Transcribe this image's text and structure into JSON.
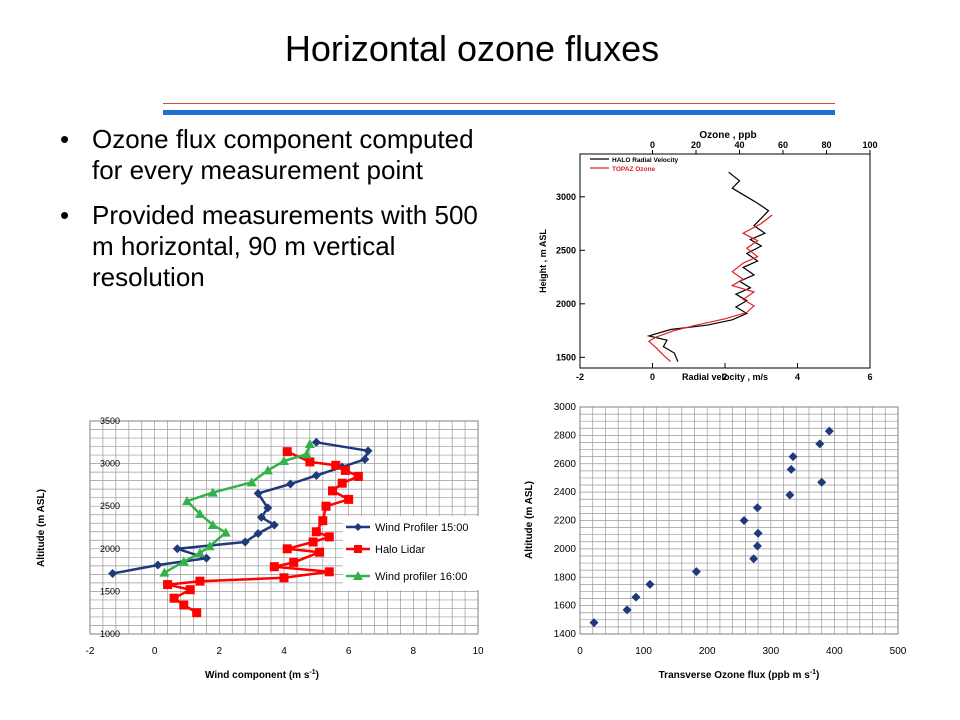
{
  "slide": {
    "title": "Horizontal ozone fluxes",
    "bullets": [
      "Ozone flux component computed for every measurement point",
      "Provided measurements with 500 m horizontal, 90 m vertical resolution"
    ]
  },
  "chart_data": [
    {
      "id": "profile",
      "type": "line",
      "top_axis_label": "Ozone , ppb",
      "xlabel": "Radial velocity , m/s",
      "ylabel": "Height , m ASL",
      "xlim": [
        -2,
        6
      ],
      "ylim": [
        1400,
        3400
      ],
      "x_ticks": [
        -2,
        0,
        2,
        4,
        6
      ],
      "y_ticks": [
        1500,
        2000,
        2500,
        3000
      ],
      "top_ticks": [
        0,
        20,
        40,
        60,
        80,
        100
      ],
      "colors": {
        "halo": "#000000",
        "topaz": "#e02020"
      },
      "series": [
        {
          "name": "HALO Radial Velocity",
          "color": "#000000",
          "points": [
            [
              2.1,
              3230
            ],
            [
              2.4,
              3150
            ],
            [
              2.2,
              3080
            ],
            [
              2.6,
              3000
            ],
            [
              2.9,
              2940
            ],
            [
              3.2,
              2870
            ],
            [
              3.0,
              2800
            ],
            [
              2.8,
              2730
            ],
            [
              3.1,
              2660
            ],
            [
              2.7,
              2600
            ],
            [
              3.0,
              2540
            ],
            [
              2.6,
              2470
            ],
            [
              2.9,
              2400
            ],
            [
              2.5,
              2340
            ],
            [
              2.8,
              2270
            ],
            [
              2.4,
              2210
            ],
            [
              2.7,
              2150
            ],
            [
              2.3,
              2090
            ],
            [
              2.6,
              2030
            ],
            [
              2.3,
              1970
            ],
            [
              2.6,
              1910
            ],
            [
              2.2,
              1850
            ],
            [
              1.5,
              1800
            ],
            [
              0.5,
              1760
            ],
            [
              -0.1,
              1700
            ],
            [
              0.4,
              1660
            ],
            [
              0.3,
              1600
            ],
            [
              0.6,
              1540
            ],
            [
              0.7,
              1460
            ]
          ]
        },
        {
          "name": "TOPAZ Ozone",
          "color": "#e02020",
          "points": [
            [
              3.3,
              2830
            ],
            [
              3.0,
              2750
            ],
            [
              2.5,
              2660
            ],
            [
              2.9,
              2590
            ],
            [
              2.6,
              2520
            ],
            [
              2.9,
              2440
            ],
            [
              2.5,
              2380
            ],
            [
              2.2,
              2300
            ],
            [
              2.5,
              2230
            ],
            [
              2.2,
              2170
            ],
            [
              2.8,
              2110
            ],
            [
              2.5,
              2040
            ],
            [
              2.8,
              1980
            ],
            [
              2.6,
              1920
            ],
            [
              2.0,
              1860
            ],
            [
              1.2,
              1800
            ],
            [
              0.6,
              1750
            ],
            [
              0.1,
              1690
            ],
            [
              -0.1,
              1650
            ],
            [
              0.1,
              1590
            ],
            [
              0.3,
              1520
            ],
            [
              0.5,
              1460
            ]
          ]
        }
      ]
    },
    {
      "id": "wind",
      "type": "line",
      "xlabel": "Wind component (m s",
      "xlabel_sup": "-1",
      "xlabel_end": ")",
      "ylabel": "Altitude (m ASL)",
      "xlim": [
        -2,
        10
      ],
      "ylim": [
        1000,
        3500
      ],
      "x_ticks": [
        -2,
        0,
        2,
        4,
        6,
        8,
        10
      ],
      "y_ticks": [
        1000,
        1500,
        2000,
        2500,
        3000,
        3500
      ],
      "legend_position": "right",
      "colors": {
        "blue": "#1f3a7a",
        "red": "#ff0000",
        "green": "#33b14a"
      },
      "series": [
        {
          "name": "Wind Profiler 15:00",
          "color": "#1f3a7a",
          "marker": "diamond",
          "points": [
            [
              5.0,
              3250
            ],
            [
              6.6,
              3150
            ],
            [
              6.5,
              3050
            ],
            [
              5.8,
              2960
            ],
            [
              5.0,
              2860
            ],
            [
              4.2,
              2760
            ],
            [
              3.2,
              2650
            ],
            [
              3.5,
              2480
            ],
            [
              3.3,
              2370
            ],
            [
              3.7,
              2280
            ],
            [
              3.2,
              2180
            ],
            [
              2.8,
              2080
            ],
            [
              0.7,
              2000
            ],
            [
              1.6,
              1890
            ],
            [
              0.1,
              1810
            ],
            [
              -1.3,
              1710
            ]
          ]
        },
        {
          "name": "Halo Lidar",
          "color": "#ff0000",
          "marker": "square",
          "points": [
            [
              4.1,
              3140
            ],
            [
              4.8,
              3020
            ],
            [
              5.6,
              2980
            ],
            [
              5.9,
              2920
            ],
            [
              6.3,
              2850
            ],
            [
              5.8,
              2770
            ],
            [
              5.5,
              2680
            ],
            [
              6.0,
              2580
            ],
            [
              5.3,
              2500
            ],
            [
              5.2,
              2330
            ],
            [
              5.0,
              2200
            ],
            [
              5.4,
              2140
            ],
            [
              4.9,
              2080
            ],
            [
              4.1,
              2000
            ],
            [
              5.1,
              1960
            ],
            [
              4.3,
              1840
            ],
            [
              3.7,
              1790
            ],
            [
              5.4,
              1730
            ],
            [
              4.0,
              1660
            ],
            [
              1.4,
              1620
            ],
            [
              0.4,
              1580
            ],
            [
              1.1,
              1520
            ],
            [
              0.6,
              1420
            ],
            [
              0.9,
              1340
            ],
            [
              1.3,
              1250
            ]
          ]
        },
        {
          "name": "Wind profiler 16:00",
          "color": "#33b14a",
          "marker": "triangle",
          "points": [
            [
              4.8,
              3230
            ],
            [
              4.7,
              3110
            ],
            [
              4.0,
              3030
            ],
            [
              3.5,
              2920
            ],
            [
              3.0,
              2780
            ],
            [
              1.8,
              2660
            ],
            [
              1.0,
              2560
            ],
            [
              1.4,
              2410
            ],
            [
              1.8,
              2280
            ],
            [
              2.2,
              2190
            ],
            [
              1.7,
              2030
            ],
            [
              1.4,
              1950
            ],
            [
              0.9,
              1850
            ],
            [
              0.3,
              1720
            ]
          ]
        }
      ]
    },
    {
      "id": "flux",
      "type": "scatter",
      "xlabel": "Transverse Ozone flux (ppb m s",
      "xlabel_sup": "-1",
      "xlabel_end": ")",
      "ylabel": "Altitude (m ASL)",
      "xlim": [
        0,
        500
      ],
      "ylim": [
        1400,
        3000
      ],
      "x_ticks": [
        0,
        100,
        200,
        300,
        400,
        500
      ],
      "y_ticks": [
        1400,
        1600,
        1800,
        2000,
        2200,
        2400,
        2600,
        2800,
        3000
      ],
      "color": "#1f3a7a",
      "points": [
        [
          22,
          1480
        ],
        [
          74,
          1570
        ],
        [
          88,
          1660
        ],
        [
          110,
          1750
        ],
        [
          183,
          1840
        ],
        [
          273,
          1930
        ],
        [
          279,
          2020
        ],
        [
          280,
          2110
        ],
        [
          258,
          2200
        ],
        [
          279,
          2290
        ],
        [
          330,
          2380
        ],
        [
          380,
          2470
        ],
        [
          332,
          2560
        ],
        [
          335,
          2650
        ],
        [
          377,
          2740
        ],
        [
          392,
          2830
        ]
      ]
    }
  ]
}
